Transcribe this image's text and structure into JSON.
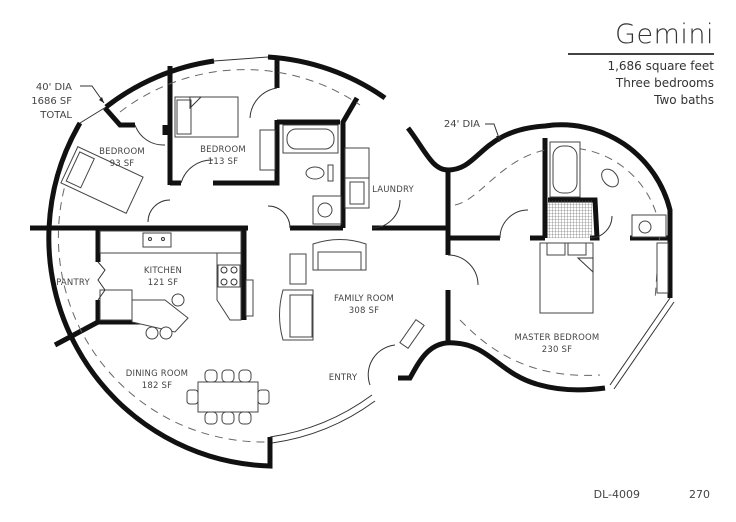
{
  "title_block": {
    "name": "Gemini",
    "square_feet": "1,686 square feet",
    "bedrooms": "Three bedrooms",
    "baths": "Two baths"
  },
  "annotations": {
    "large_dome": {
      "line1": "40' DIA",
      "line2": "1686 SF",
      "line3": "TOTAL"
    },
    "small_dome": {
      "line1": "24' DIA"
    }
  },
  "rooms": [
    {
      "id": "bedroom-1",
      "name": "BEDROOM",
      "area": "93 SF"
    },
    {
      "id": "bedroom-2",
      "name": "BEDROOM",
      "area": "113 SF"
    },
    {
      "id": "laundry",
      "name": "LAUNDRY",
      "area": ""
    },
    {
      "id": "kitchen",
      "name": "KITCHEN",
      "area": "121 SF"
    },
    {
      "id": "pantry",
      "name": "PANTRY",
      "area": ""
    },
    {
      "id": "family-room",
      "name": "FAMILY ROOM",
      "area": "308 SF"
    },
    {
      "id": "dining-room",
      "name": "DINING ROOM",
      "area": "182 SF"
    },
    {
      "id": "entry",
      "name": "ENTRY",
      "area": ""
    },
    {
      "id": "master-bedroom",
      "name": "MASTER BEDROOM",
      "area": "230 SF"
    }
  ],
  "footer": {
    "plan_code": "DL-4009",
    "page_number": "270"
  },
  "colors": {
    "wall": "#111111",
    "text": "#444444",
    "background": "#ffffff"
  }
}
